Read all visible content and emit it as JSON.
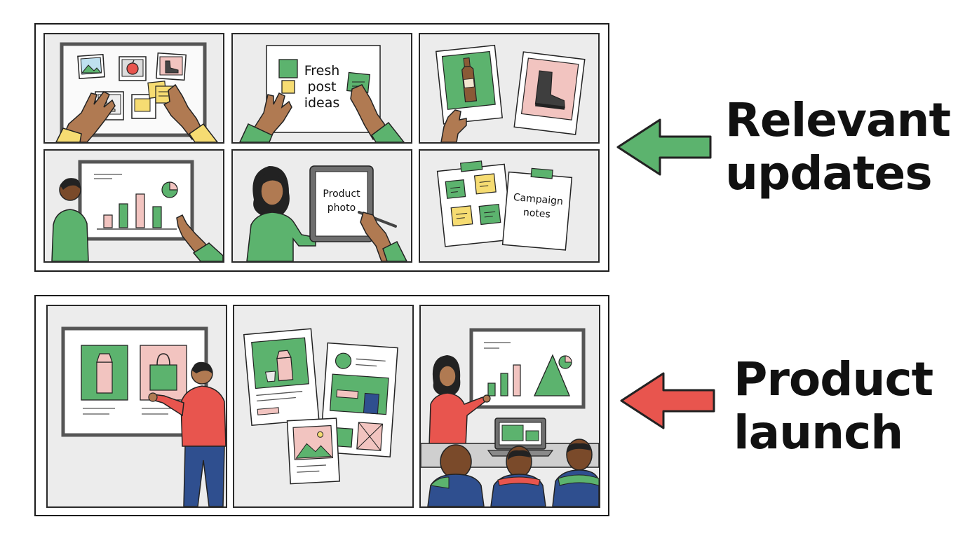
{
  "labels": {
    "top": {
      "line1": "Relevant",
      "line2": "updates"
    },
    "bottom": {
      "line1": "Product",
      "line2": "launch"
    }
  },
  "panel_text": {
    "fresh_1": "Fresh",
    "fresh_2": "post",
    "fresh_3": "ideas",
    "product_1": "Product",
    "product_2": "photo",
    "campaign_1": "Campaign",
    "campaign_2": "notes"
  },
  "colors": {
    "green": "#5cb36e",
    "red": "#e8554e",
    "pink": "#f2c4c0",
    "yellow": "#f6dc72",
    "panel_bg": "#ececec",
    "outline": "#222222"
  }
}
